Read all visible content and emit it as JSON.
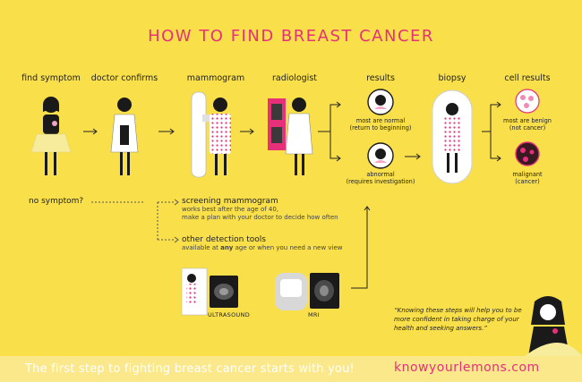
{
  "title": "HOW TO FIND BREAST CANCER",
  "steps": {
    "find_symptom": "find symptom",
    "doctor_confirms": "doctor confirms",
    "mammogram": "mammogram",
    "radiologist": "radiologist",
    "results": "results",
    "biopsy": "biopsy",
    "cell_results": "cell results"
  },
  "results": {
    "normal": "most are normal",
    "normal_sub": "(return to beginning)",
    "abnormal": "abnormal",
    "abnormal_sub": "(requires investigation)"
  },
  "cells": {
    "benign": "most are benign",
    "benign_sub": "(not cancer)",
    "malignant": "malignant",
    "malignant_sub": "(cancer)"
  },
  "no_symptom": "no symptom?",
  "screening": {
    "title": "screening mammogram",
    "line1": "works best after the age of 40,",
    "line2": "make a plan with your doctor to decide how often"
  },
  "other_tools": {
    "title": "other detection tools",
    "line_pre": "available at ",
    "line_bold": "any",
    "line_post": " age or when you need a new view"
  },
  "tools": {
    "ultrasound": "ULTRASOUND",
    "mri": "MRI"
  },
  "quote": "“Knowing these steps will help you to be more confident in taking charge of your health and seeking answers.”",
  "footer": {
    "tagline": "The first step to fighting breast cancer starts with you!",
    "site": "knowyourlemons.com"
  },
  "colors": {
    "background": "#f9e04a",
    "accent_pink": "#e6307a",
    "dark": "#222222"
  }
}
